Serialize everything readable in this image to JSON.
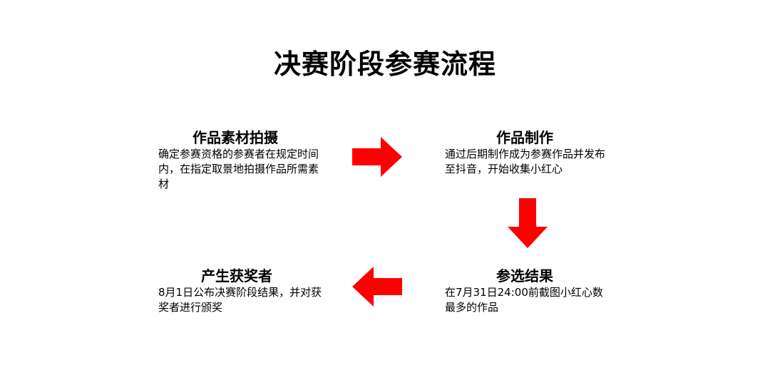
{
  "title": "决赛阶段参赛流程",
  "accent_color": "#ff0000",
  "steps": [
    {
      "title": "作品素材拍摄",
      "description": "确定参赛资格的参赛者在规定时间内，在指定取景地拍摄作品所需素材"
    },
    {
      "title": "作品制作",
      "description": "通过后期制作成为参赛作品并发布至抖音，开始收集小红心"
    },
    {
      "title": "参选结果",
      "description": "在7月31日24:00前截图小红心数最多的作品"
    },
    {
      "title": "产生获奖者",
      "description": "8月1日公布决赛阶段结果，并对获奖者进行颁奖"
    }
  ],
  "arrows": [
    {
      "icon": "arrow-right-icon",
      "direction": "right"
    },
    {
      "icon": "arrow-down-icon",
      "direction": "down"
    },
    {
      "icon": "arrow-left-icon",
      "direction": "left"
    }
  ]
}
